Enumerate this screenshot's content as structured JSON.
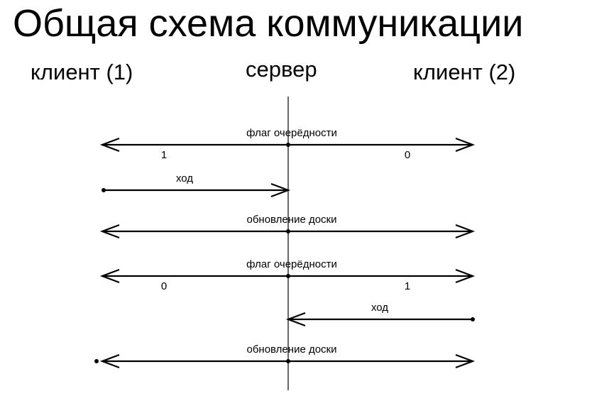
{
  "title": "Общая схема коммуникации",
  "actors": {
    "client1": "клиент (1)",
    "server": "сервер",
    "client2": "клиент (2)"
  },
  "messages": [
    {
      "id": "turn-flag-1",
      "label": "флаг очерёдности",
      "type": "broadcast",
      "left_value": "1",
      "right_value": "0"
    },
    {
      "id": "move-1",
      "label": "ход",
      "type": "from-client1"
    },
    {
      "id": "board-update-1",
      "label": "обновление доски",
      "type": "broadcast"
    },
    {
      "id": "turn-flag-2",
      "label": "флаг очерёдности",
      "type": "broadcast",
      "left_value": "0",
      "right_value": "1"
    },
    {
      "id": "move-2",
      "label": "ход",
      "type": "from-client2"
    },
    {
      "id": "board-update-2",
      "label": "обновление доски",
      "type": "broadcast"
    }
  ]
}
